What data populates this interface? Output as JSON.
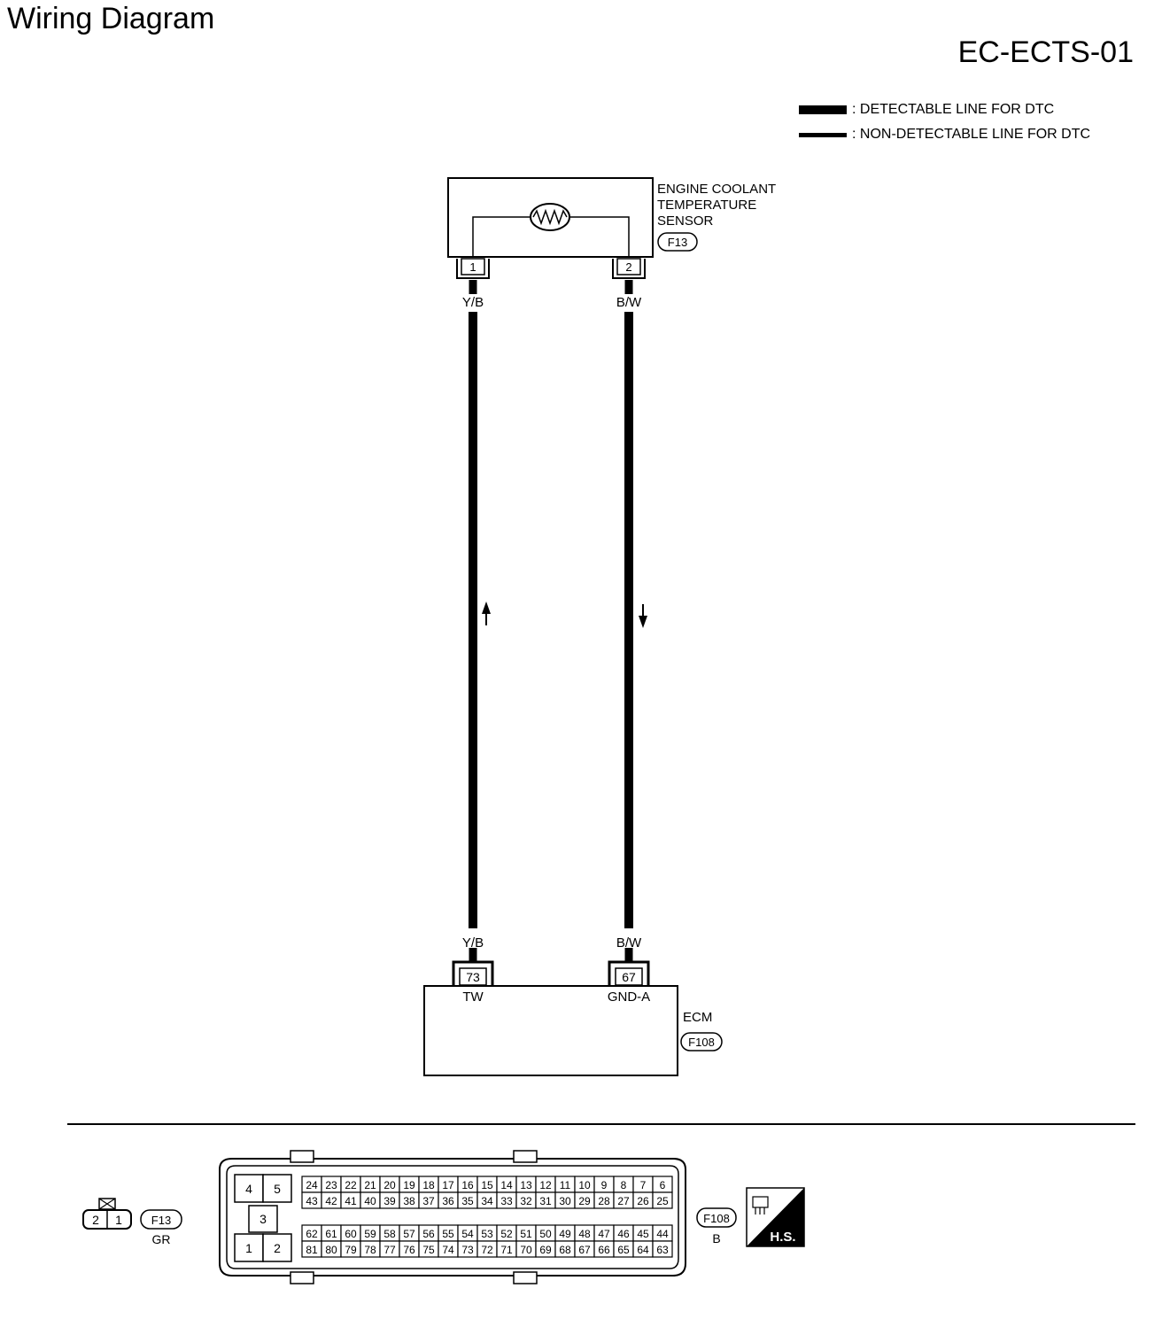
{
  "header": {
    "title": "Wiring Diagram",
    "diagram_code": "EC-ECTS-01"
  },
  "legend": {
    "detectable": ": DETECTABLE LINE FOR DTC",
    "non_detectable": ": NON-DETECTABLE LINE FOR DTC"
  },
  "sensor": {
    "name_lines": [
      "ENGINE COOLANT",
      "TEMPERATURE",
      "SENSOR"
    ],
    "connector": "F13",
    "pins": [
      "1",
      "2"
    ]
  },
  "wires": [
    {
      "color": "Y/B",
      "direction": "up"
    },
    {
      "color": "B/W",
      "direction": "down"
    }
  ],
  "ecm": {
    "name": "ECM",
    "connector": "F108",
    "pins": [
      {
        "number": "73",
        "label": "TW"
      },
      {
        "number": "67",
        "label": "GND-A"
      }
    ]
  },
  "connector_views": {
    "f13": {
      "id": "F13",
      "color": "GR",
      "pins": [
        "2",
        "1"
      ]
    },
    "f108": {
      "id": "F108",
      "color": "B",
      "left_block": {
        "top": [
          "4",
          "5"
        ],
        "middle": "3",
        "bottom": [
          "1",
          "2"
        ]
      },
      "rows": [
        [
          "24",
          "23",
          "22",
          "21",
          "20",
          "19",
          "18",
          "17",
          "16",
          "15",
          "14",
          "13",
          "12",
          "11",
          "10",
          "9",
          "8",
          "7",
          "6"
        ],
        [
          "43",
          "42",
          "41",
          "40",
          "39",
          "38",
          "37",
          "36",
          "35",
          "34",
          "33",
          "32",
          "31",
          "30",
          "29",
          "28",
          "27",
          "26",
          "25"
        ],
        [
          "62",
          "61",
          "60",
          "59",
          "58",
          "57",
          "56",
          "55",
          "54",
          "53",
          "52",
          "51",
          "50",
          "49",
          "48",
          "47",
          "46",
          "45",
          "44"
        ],
        [
          "81",
          "80",
          "79",
          "78",
          "77",
          "76",
          "75",
          "74",
          "73",
          "72",
          "71",
          "70",
          "69",
          "68",
          "67",
          "66",
          "65",
          "64",
          "63"
        ]
      ]
    },
    "hs_badge": "H.S."
  }
}
